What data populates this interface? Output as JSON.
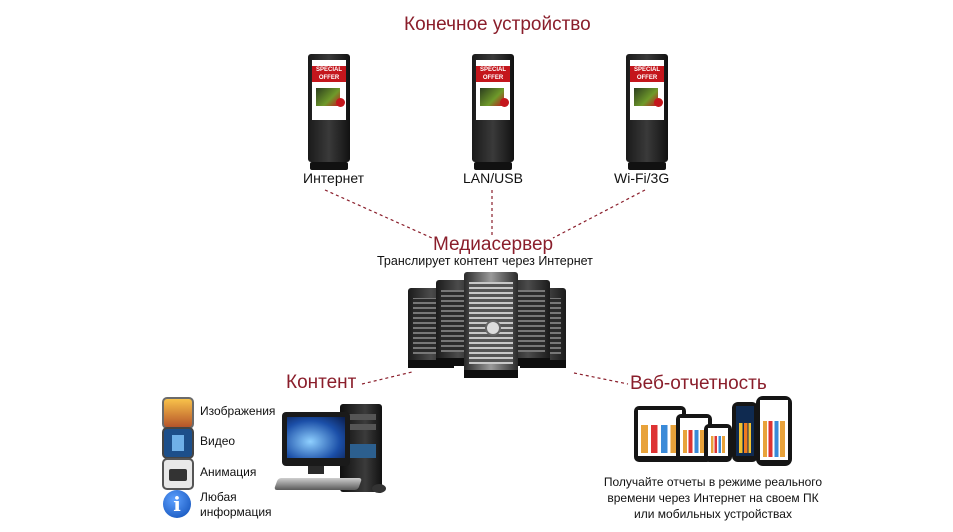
{
  "diagram": {
    "end_device": {
      "title": "Конечное устройство",
      "devices": [
        {
          "label": "Интернет"
        },
        {
          "label": "LAN/USB"
        },
        {
          "label": "Wi-Fi/3G"
        }
      ],
      "kiosk_screen_text": "SPECIAL OFFER"
    },
    "media_server": {
      "title": "Медиасервер",
      "subtitle": "Транслирует контент через Интернет"
    },
    "content": {
      "title": "Контент",
      "items": [
        {
          "label": "Изображения",
          "icon": "image-icon"
        },
        {
          "label": "Видео",
          "icon": "video-icon"
        },
        {
          "label": "Анимация",
          "icon": "animation-icon"
        },
        {
          "label": "Любая информация",
          "icon": "info-icon",
          "line1": "Любая",
          "line2": "информация"
        }
      ]
    },
    "web_reports": {
      "title": "Веб-отчетность",
      "description_lines": [
        "Получайте отчеты в режиме реального",
        "времени через Интернет на своем ПК",
        "или мобильных устройствах"
      ]
    },
    "colors": {
      "accent": "#8a1e2b",
      "connector": "#8a1e2b"
    }
  }
}
